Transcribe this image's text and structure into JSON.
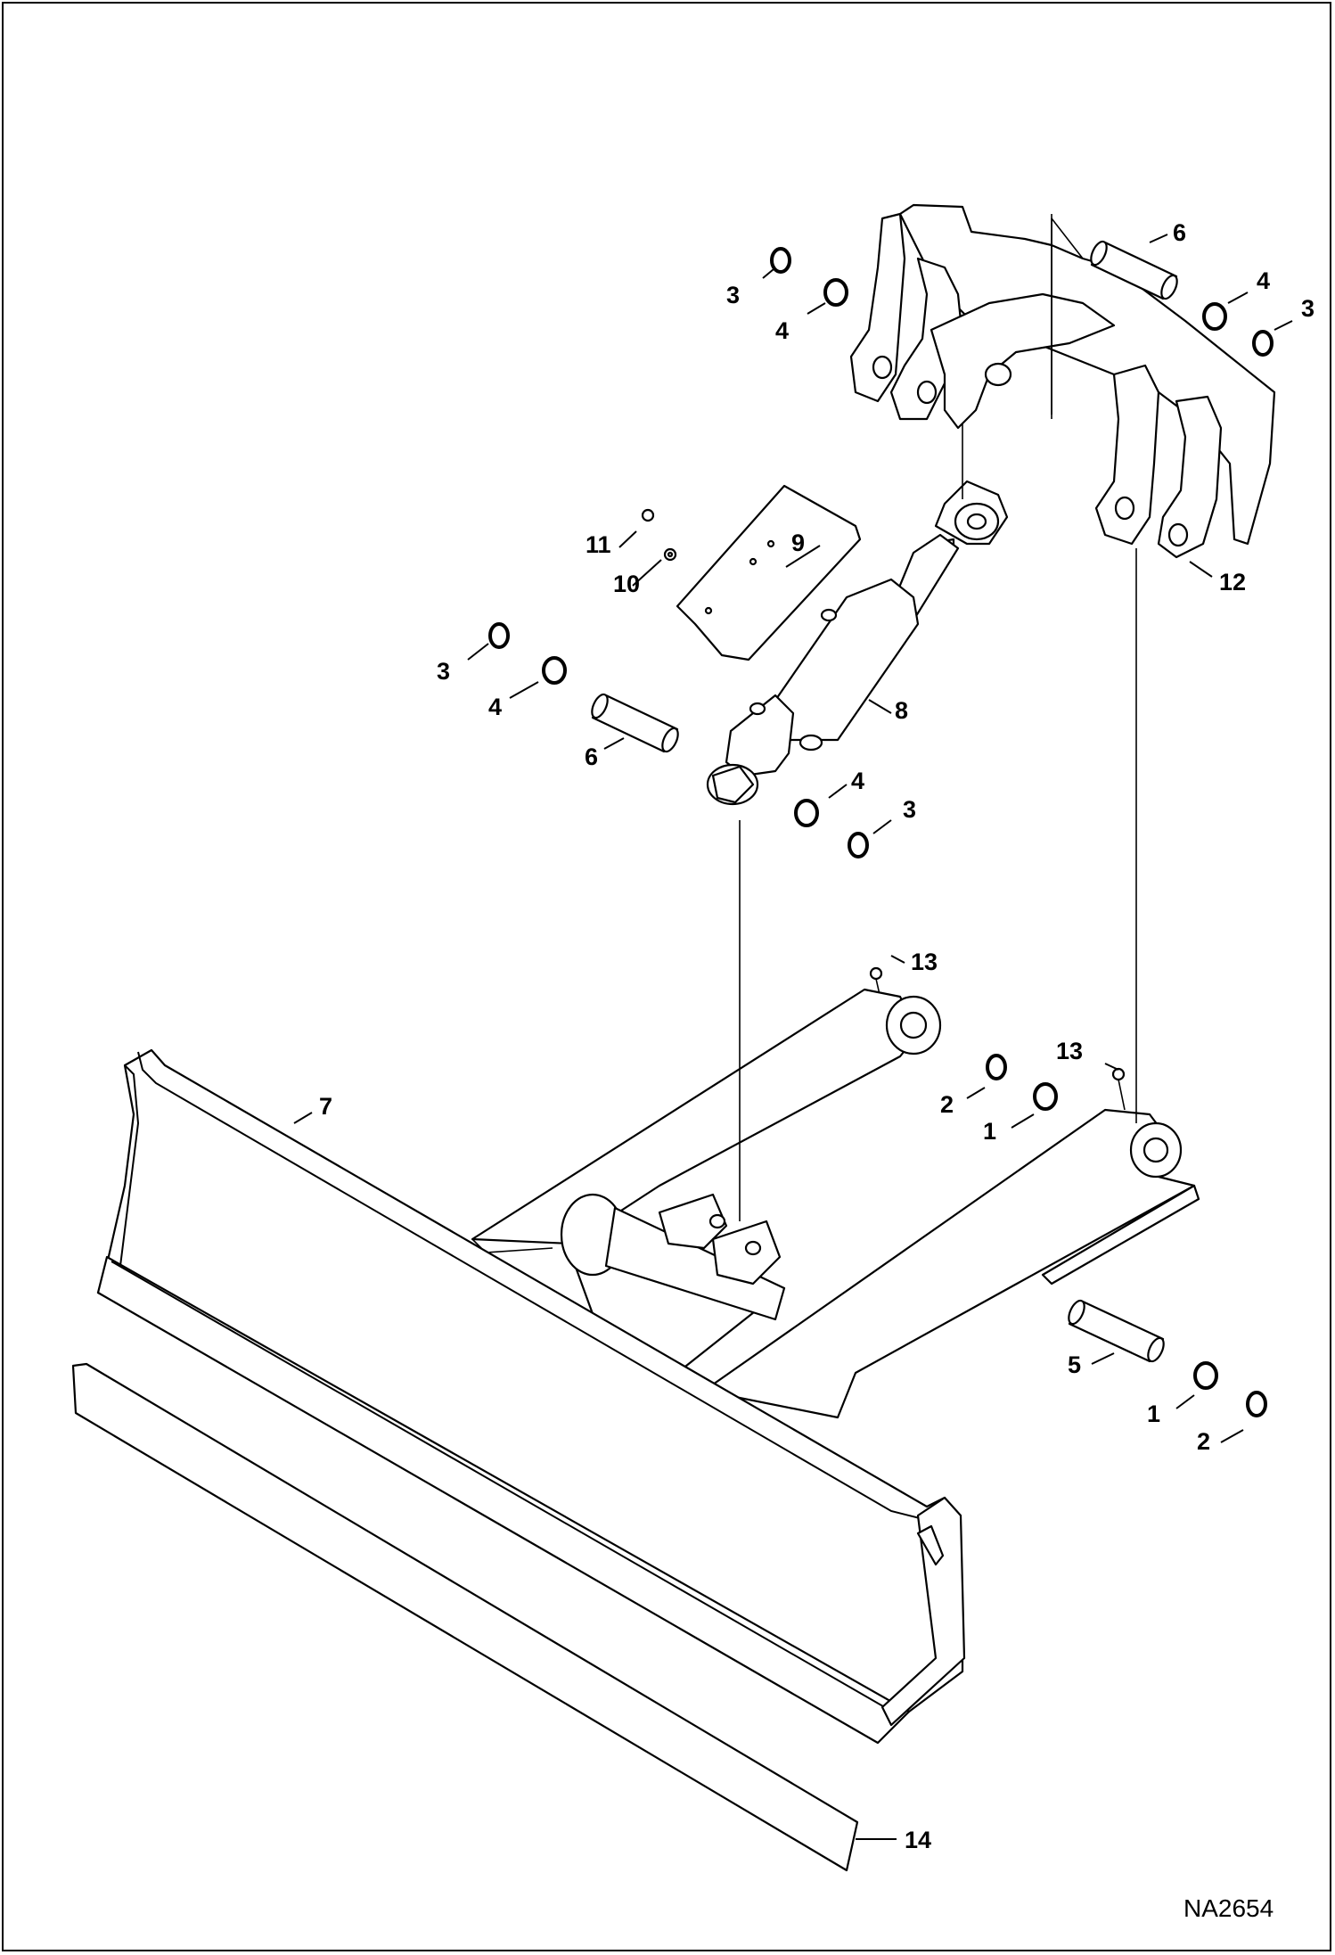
{
  "diagram_code": "NA2654",
  "callouts": [
    {
      "id": "c1",
      "text": "6"
    },
    {
      "id": "c2",
      "text": "4"
    },
    {
      "id": "c3",
      "text": "3"
    },
    {
      "id": "c4",
      "text": "3"
    },
    {
      "id": "c5",
      "text": "4"
    },
    {
      "id": "c6",
      "text": "11"
    },
    {
      "id": "c7",
      "text": "9"
    },
    {
      "id": "c8",
      "text": "10"
    },
    {
      "id": "c9",
      "text": "12"
    },
    {
      "id": "c10",
      "text": "3"
    },
    {
      "id": "c11",
      "text": "4"
    },
    {
      "id": "c12",
      "text": "8"
    },
    {
      "id": "c13",
      "text": "6"
    },
    {
      "id": "c14",
      "text": "4"
    },
    {
      "id": "c15",
      "text": "3"
    },
    {
      "id": "c16",
      "text": "13"
    },
    {
      "id": "c17",
      "text": "13"
    },
    {
      "id": "c18",
      "text": "7"
    },
    {
      "id": "c19",
      "text": "2"
    },
    {
      "id": "c20",
      "text": "1"
    },
    {
      "id": "c21",
      "text": "5"
    },
    {
      "id": "c22",
      "text": "1"
    },
    {
      "id": "c23",
      "text": "2"
    },
    {
      "id": "c24",
      "text": "14"
    }
  ]
}
